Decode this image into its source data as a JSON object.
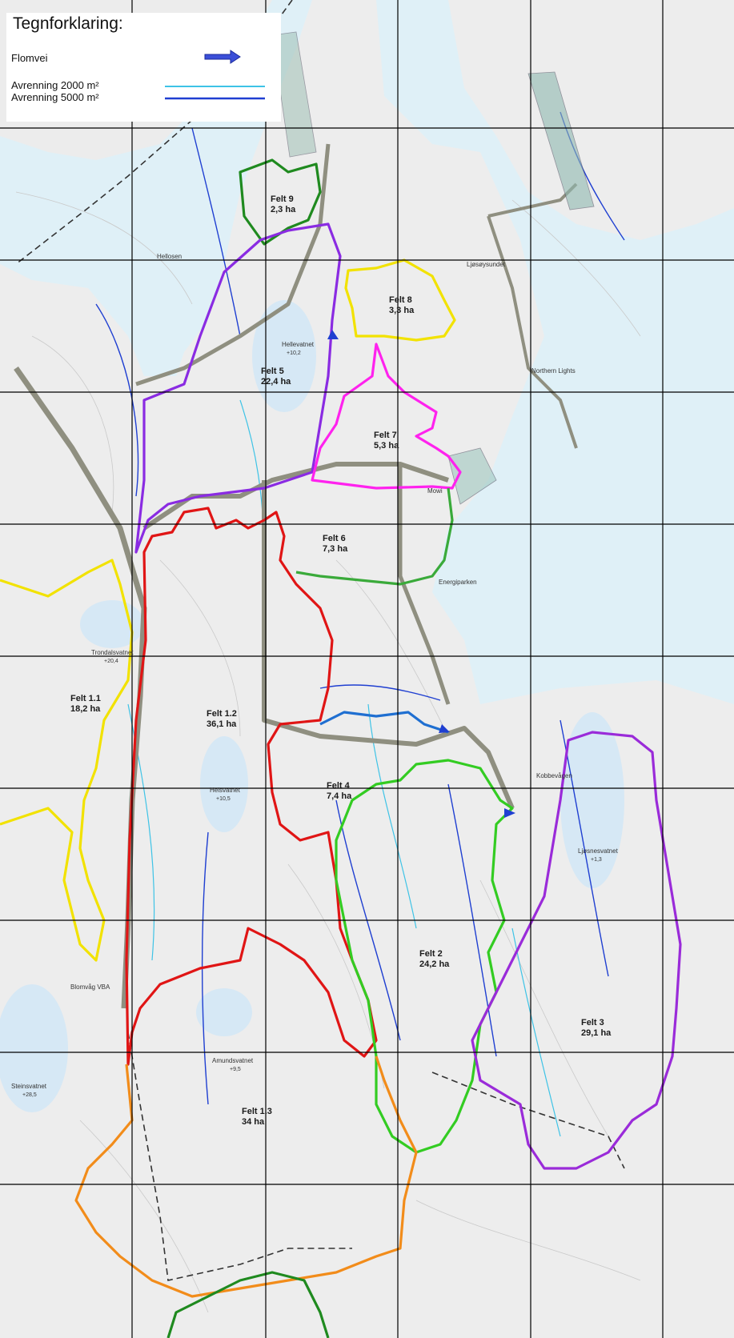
{
  "legend": {
    "title": "Tegnforklaring:",
    "items": [
      {
        "label": "Flomvei",
        "symbol": "blue-arrow-icon",
        "color": "#3b4fd8"
      },
      {
        "label": "Avrenning 2000 m²",
        "symbol": "light-blue-line",
        "color": "#3ec3e6"
      },
      {
        "label": "Avrenning 5000 m²",
        "symbol": "dark-blue-line",
        "color": "#1f3fd1"
      }
    ]
  },
  "fields": [
    {
      "name": "Felt 9",
      "area": "2,3 ha",
      "color": "#1f8a1f"
    },
    {
      "name": "Felt 8",
      "area": "3,3 ha",
      "color": "#f2e200"
    },
    {
      "name": "Felt 5",
      "area": "22,4 ha",
      "color": "#8a2be2"
    },
    {
      "name": "Felt 7",
      "area": "5,3 ha",
      "color": "#ff22ee"
    },
    {
      "name": "Felt 6",
      "area": "7,3 ha",
      "color": "#3aaa3a"
    },
    {
      "name": "Felt 1.1",
      "area": "18,2 ha",
      "color": "#f2e200"
    },
    {
      "name": "Felt 1.2",
      "area": "36,1 ha",
      "color": "#e01515"
    },
    {
      "name": "Felt 4",
      "area": "7,4 ha",
      "color": "#1f6fd1"
    },
    {
      "name": "Felt 2",
      "area": "24,2 ha",
      "color": "#33cc22"
    },
    {
      "name": "Felt 3",
      "area": "29,1 ha",
      "color": "#9a2bd9"
    },
    {
      "name": "Felt 1.3",
      "area": "34 ha",
      "color": "#f28c1a"
    }
  ],
  "places": {
    "hellosen": "Hellosen",
    "ljoseysundet": "Ljøsøysundet",
    "hellevatnet": "Hellevatnet",
    "hellevatnet_elev": "+10,2",
    "northern_lights": "Northern Lights",
    "mowi": "Mowi",
    "energiparken": "Energiparken",
    "trondalsvatnet": "Trondalsvatnet",
    "trondalsvatnet_elev": "+20,4",
    "kobbevagen": "Kobbevågen",
    "helsvatnet": "Helsvatnet",
    "helsvatnet_elev": "+10,5",
    "ljosnesvatnet": "Ljøsnesvatnet",
    "ljosnesvatnet_elev": "+1,3",
    "blomvag_vba": "Blomvåg VBA",
    "amundsvatnet": "Amundsvatnet",
    "amundsvatnet_elev": "+9,5",
    "steinsvatnet": "Steinsvatnet",
    "steinsvatnet_elev": "+28,5"
  },
  "colors": {
    "sea": "#dff0f7",
    "land": "#efefef",
    "lake": "#d6e8f5",
    "road": "#8f8f80",
    "grid": "#000000"
  }
}
